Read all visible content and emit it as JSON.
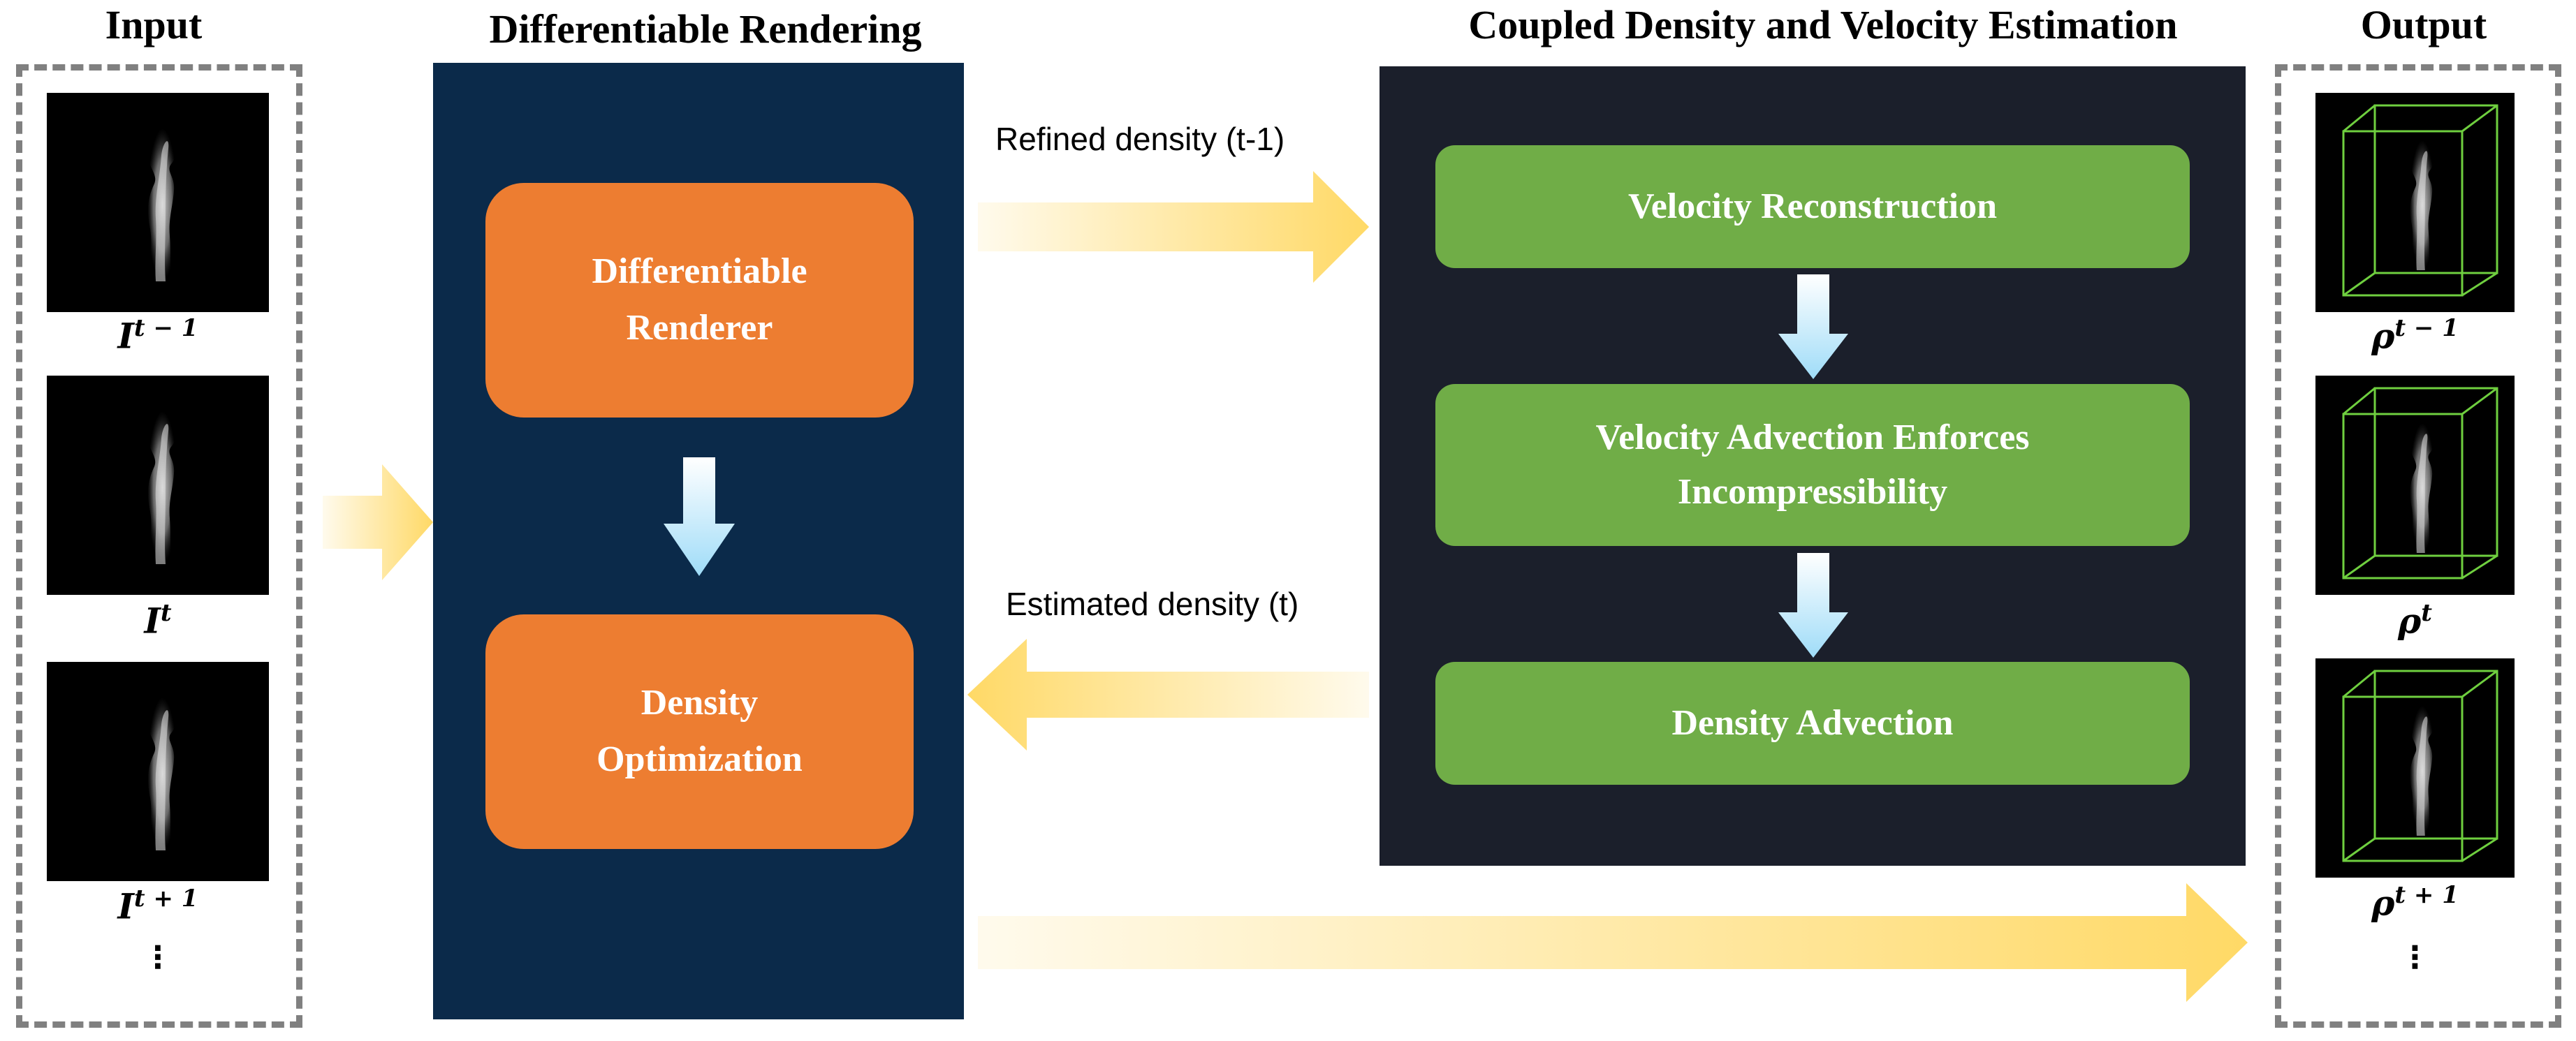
{
  "titles": {
    "input": "Input",
    "rendering": "Differentiable Rendering",
    "coupled": "Coupled Density and Velocity Estimation",
    "output": "Output"
  },
  "rendering_panel": {
    "renderer": [
      "Differentiable",
      "Renderer"
    ],
    "optimization": [
      "Density",
      "Optimization"
    ]
  },
  "coupled_panel": {
    "velocity_reconstruction": "Velocity Reconstruction",
    "velocity_advection": [
      "Velocity Advection Enforces",
      "Incompressibility"
    ],
    "density_advection": "Density Advection"
  },
  "arrows": {
    "refined": "Refined density (t-1)",
    "estimated": "Estimated density (t)"
  },
  "inputs": [
    {
      "base": "I",
      "sup": "t − 1"
    },
    {
      "base": "I",
      "sup": "t"
    },
    {
      "base": "I",
      "sup": "t + 1"
    }
  ],
  "outputs": [
    {
      "base": "ρ",
      "sup": "t − 1"
    },
    {
      "base": "ρ",
      "sup": "t"
    },
    {
      "base": "ρ",
      "sup": "t + 1"
    }
  ],
  "ellipsis": "⋮",
  "colors": {
    "navy_panel": "#0b2a4a",
    "dark_panel": "#1b1f2b",
    "orange": "#ed7d31",
    "green": "#70ad47",
    "flow_arrow": "#ffd966",
    "step_arrow": "#bde8fb",
    "wireframe": "#6fcf3f"
  }
}
